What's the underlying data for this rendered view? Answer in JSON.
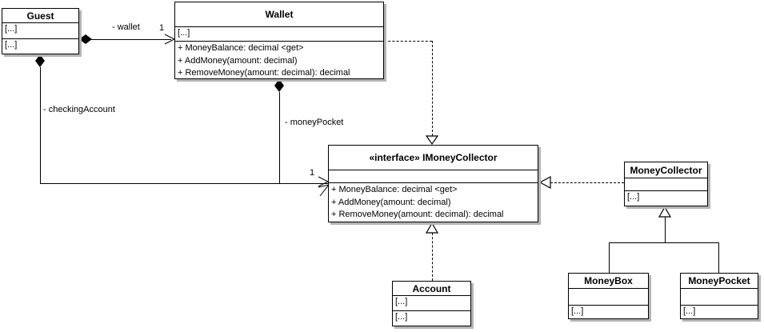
{
  "classes": {
    "guest": {
      "name": "Guest",
      "attributes": "[...]",
      "operations": "[...]"
    },
    "wallet": {
      "name": "Wallet",
      "attributes": "[...]",
      "operations": [
        "+ MoneyBalance: decimal <get>",
        "+ AddMoney(amount: decimal)",
        "+ RemoveMoney(amount: decimal): decimal"
      ]
    },
    "imoney_collector": {
      "name": "«interface» IMoneyCollector",
      "attributes": "",
      "operations": [
        "+ MoneyBalance: decimal <get>",
        "+ AddMoney(amount: decimal)",
        "+ RemoveMoney(amount: decimal): decimal"
      ]
    },
    "money_collector": {
      "name": "MoneyCollector",
      "attributes": "",
      "operations": "[...]"
    },
    "account": {
      "name": "Account",
      "attributes": "[...]",
      "operations": "[...]"
    },
    "money_box": {
      "name": "MoneyBox",
      "attributes": "",
      "operations": "[...]"
    },
    "money_pocket": {
      "name": "MoneyPocket",
      "attributes": "",
      "operations": "[...]"
    }
  },
  "edges": {
    "guest_wallet": {
      "label": "- wallet",
      "multiplicity": "1"
    },
    "guest_checking_account": {
      "label": "- checkingAccount",
      "multiplicity": "1"
    },
    "wallet_money_pocket": {
      "label": "- moneyPocket"
    }
  },
  "colors": {
    "line": "#000000",
    "box_fill": "#ffffff",
    "shadow": "#b4b4b4"
  }
}
